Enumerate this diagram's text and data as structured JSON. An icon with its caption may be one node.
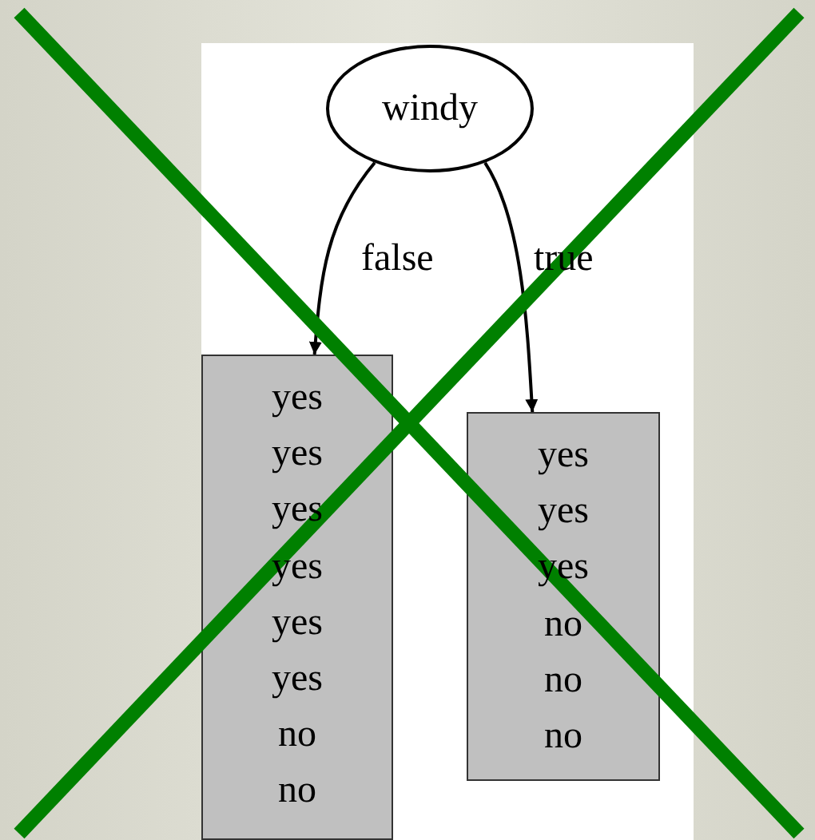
{
  "diagram": {
    "nodes": [
      {
        "text": [
          "windy"
        ]
      },
      {
        "text": [
          "yes",
          "yes",
          "yes",
          "yes",
          "yes",
          "yes",
          "no",
          "no"
        ]
      },
      {
        "text": [
          "yes",
          "yes",
          "yes",
          "no",
          "no",
          "no"
        ]
      }
    ],
    "edges": [
      {
        "from": 0,
        "to": 1,
        "arrow": "to",
        "label": "false"
      },
      {
        "from": 0,
        "to": 2,
        "arrow": "to",
        "label": "true"
      }
    ]
  }
}
